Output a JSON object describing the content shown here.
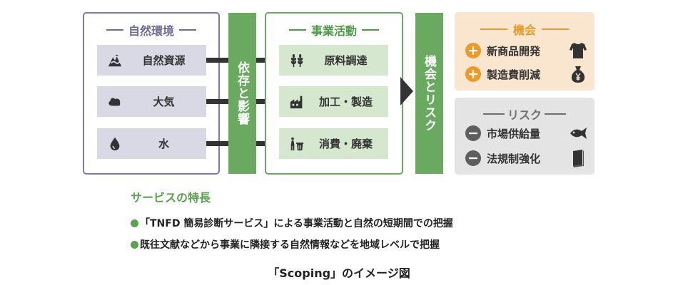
{
  "nature": {
    "heading": "自然環境",
    "items": [
      {
        "label": "自然資源",
        "icon": "mountain-icon"
      },
      {
        "label": "大気",
        "icon": "cloud-icon"
      },
      {
        "label": "水",
        "icon": "water-drop-icon"
      }
    ]
  },
  "dependency_label": "依存と影響",
  "business": {
    "heading": "事業活動",
    "items": [
      {
        "label": "原料調達",
        "icon": "wheat-icon"
      },
      {
        "label": "加工・製造",
        "icon": "factory-icon"
      },
      {
        "label": "消費・廃棄",
        "icon": "trash-icon"
      }
    ]
  },
  "opportunity_risk_label": "機会とリスク",
  "opportunity": {
    "heading": "機会",
    "items": [
      {
        "label": "新商品開発",
        "icon": "shirt-icon"
      },
      {
        "label": "製造費削減",
        "icon": "yen-bag-icon"
      }
    ]
  },
  "risk": {
    "heading": "リスク",
    "items": [
      {
        "label": "市場供給量",
        "icon": "fish-icon"
      },
      {
        "label": "法規制強化",
        "icon": "book-icon"
      }
    ]
  },
  "features": {
    "title": "サービスの特長",
    "bullets": [
      "「TNFD 簡易診断サービス」による事業活動と自然の短期間での把握",
      "既往文献などから事業に隣接する自然情報などを地域レベルで把握"
    ]
  },
  "caption": "「Scoping」のイメージ図",
  "colors": {
    "nature": "#7d7aa5",
    "business": "#6aaa60",
    "opportunity": "#ec9a2a",
    "risk": "#5e5e5e"
  }
}
